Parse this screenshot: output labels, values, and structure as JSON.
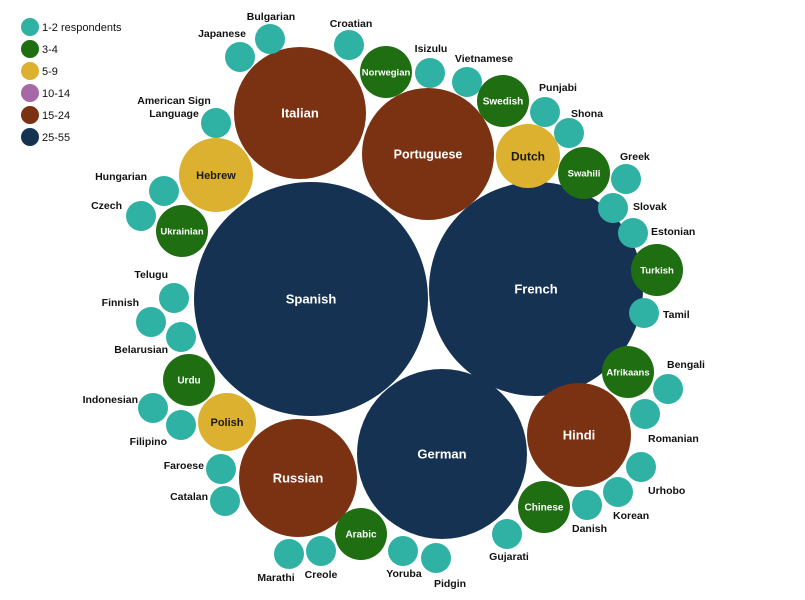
{
  "chart_data": {
    "type": "bubble",
    "legend": {
      "position": "top-left",
      "items": [
        {
          "label": "1-2 respondents",
          "color": "#2fb2a4"
        },
        {
          "label": "3-4",
          "color": "#1f6e12"
        },
        {
          "label": "5-9",
          "color": "#dcb12f"
        },
        {
          "label": "10-14",
          "color": "#a768a8"
        },
        {
          "label": "15-24",
          "color": "#7b3212"
        },
        {
          "label": "25-55",
          "color": "#163253"
        }
      ]
    },
    "bubbles": [
      {
        "name": "Spanish",
        "group": "25-55"
      },
      {
        "name": "French",
        "group": "25-55"
      },
      {
        "name": "German",
        "group": "25-55"
      },
      {
        "name": "Italian",
        "group": "15-24"
      },
      {
        "name": "Portuguese",
        "group": "15-24"
      },
      {
        "name": "Russian",
        "group": "15-24"
      },
      {
        "name": "Hindi",
        "group": "15-24"
      },
      {
        "name": "Hebrew",
        "group": "5-9"
      },
      {
        "name": "Dutch",
        "group": "5-9"
      },
      {
        "name": "Polish",
        "group": "5-9"
      },
      {
        "name": "Norwegian",
        "group": "3-4"
      },
      {
        "name": "Swedish",
        "group": "3-4"
      },
      {
        "name": "Swahili",
        "group": "3-4"
      },
      {
        "name": "Turkish",
        "group": "3-4"
      },
      {
        "name": "Afrikaans",
        "group": "3-4"
      },
      {
        "name": "Chinese",
        "group": "3-4"
      },
      {
        "name": "Arabic",
        "group": "3-4"
      },
      {
        "name": "Urdu",
        "group": "3-4"
      },
      {
        "name": "Ukrainian",
        "group": "3-4"
      },
      {
        "name": "Bulgarian",
        "group": "1-2 respondents"
      },
      {
        "name": "Japanese",
        "group": "1-2 respondents"
      },
      {
        "name": "Croatian",
        "group": "1-2 respondents"
      },
      {
        "name": "Isizulu",
        "group": "1-2 respondents"
      },
      {
        "name": "Vietnamese",
        "group": "1-2 respondents"
      },
      {
        "name": "Punjabi",
        "group": "1-2 respondents"
      },
      {
        "name": "Shona",
        "group": "1-2 respondents"
      },
      {
        "name": "Greek",
        "group": "1-2 respondents"
      },
      {
        "name": "Slovak",
        "group": "1-2 respondents"
      },
      {
        "name": "Estonian",
        "group": "1-2 respondents"
      },
      {
        "name": "Tamil",
        "group": "1-2 respondents"
      },
      {
        "name": "Bengali",
        "group": "1-2 respondents"
      },
      {
        "name": "Romanian",
        "group": "1-2 respondents"
      },
      {
        "name": "Urhobo",
        "group": "1-2 respondents"
      },
      {
        "name": "Korean",
        "group": "1-2 respondents"
      },
      {
        "name": "Danish",
        "group": "1-2 respondents"
      },
      {
        "name": "Gujarati",
        "group": "1-2 respondents"
      },
      {
        "name": "Pidgin",
        "group": "1-2 respondents"
      },
      {
        "name": "Yoruba",
        "group": "1-2 respondents"
      },
      {
        "name": "Creole",
        "group": "1-2 respondents"
      },
      {
        "name": "Marathi",
        "group": "1-2 respondents"
      },
      {
        "name": "Catalan",
        "group": "1-2 respondents"
      },
      {
        "name": "Faroese",
        "group": "1-2 respondents"
      },
      {
        "name": "Filipino",
        "group": "1-2 respondents"
      },
      {
        "name": "Indonesian",
        "group": "1-2 respondents"
      },
      {
        "name": "Belarusian",
        "group": "1-2 respondents"
      },
      {
        "name": "Finnish",
        "group": "1-2 respondents"
      },
      {
        "name": "Telugu",
        "group": "1-2 respondents"
      },
      {
        "name": "Czech",
        "group": "1-2 respondents"
      },
      {
        "name": "Hungarian",
        "group": "1-2 respondents"
      },
      {
        "name": "American Sign Language",
        "group": "1-2 respondents"
      }
    ]
  }
}
